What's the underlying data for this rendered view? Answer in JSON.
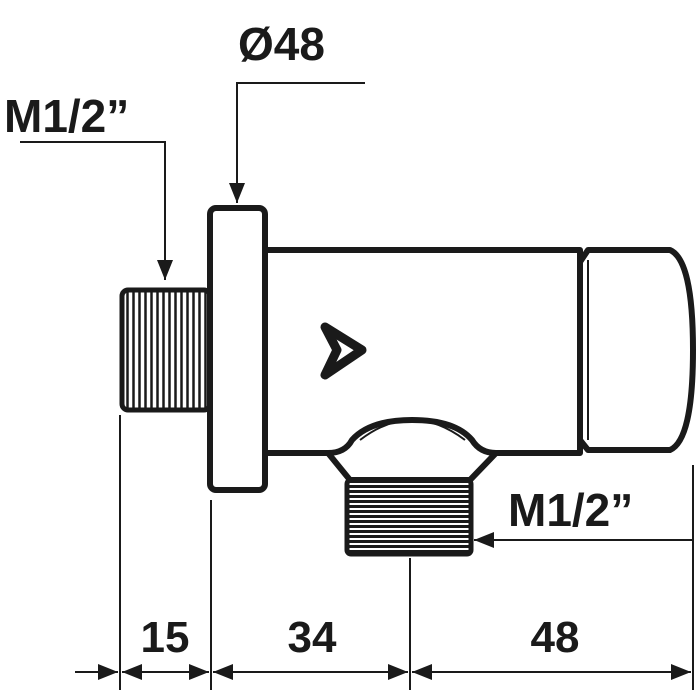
{
  "labels": {
    "diameter": "Ø48",
    "thread_inlet": "M1/2”",
    "thread_outlet": "M1/2”"
  },
  "dimensions": [
    "15",
    "34",
    "48"
  ],
  "colors": {
    "line": "#1a1a1a",
    "background": "#ffffff"
  }
}
